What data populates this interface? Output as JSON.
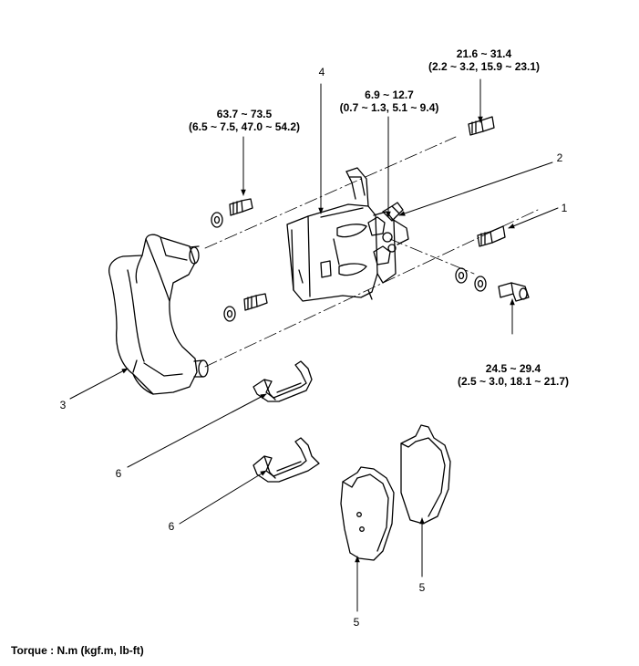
{
  "torques": {
    "t1_line1": "21.6 ~ 31.4",
    "t1_line2": "(2.2 ~ 3.2, 15.9 ~ 23.1)",
    "t2_line1": "6.9 ~ 12.7",
    "t2_line2": "(0.7 ~ 1.3, 5.1 ~ 9.4)",
    "t3_line1": "63.7 ~ 73.5",
    "t3_line2": "(6.5 ~ 7.5, 47.0 ~ 54.2)",
    "t4_line1": "24.5 ~ 29.4",
    "t4_line2": "(2.5 ~ 3.0, 18.1 ~ 21.7)"
  },
  "callouts": {
    "c1": "1",
    "c2": "2",
    "c3": "3",
    "c4": "4",
    "c5a": "5",
    "c5b": "5",
    "c6a": "6",
    "c6b": "6"
  },
  "legend": "Torque : N.m (kgf.m, lb-ft)"
}
